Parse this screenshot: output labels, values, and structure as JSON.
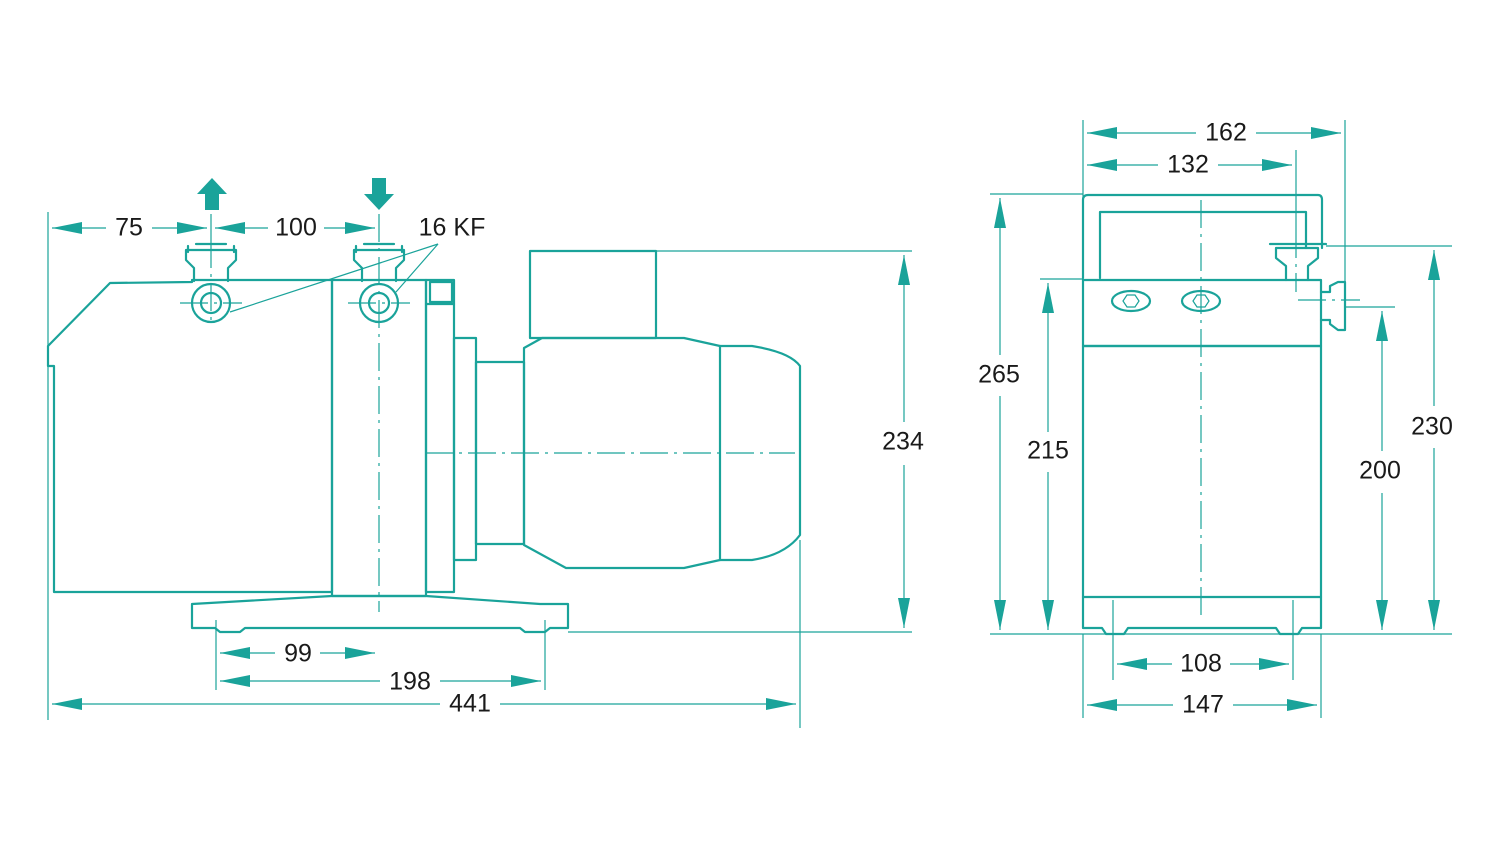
{
  "colors": {
    "line": "#1aa39a",
    "text": "#1a1a1a",
    "background": "#ffffff"
  },
  "side_view": {
    "dims": {
      "d75": "75",
      "d100": "100",
      "flange": "16 KF",
      "d234": "234",
      "d99": "99",
      "d198": "198",
      "d441": "441"
    }
  },
  "end_view": {
    "dims": {
      "d162": "162",
      "d132": "132",
      "d265": "265",
      "d215": "215",
      "d230": "230",
      "d200": "200",
      "d108": "108",
      "d147": "147"
    }
  }
}
